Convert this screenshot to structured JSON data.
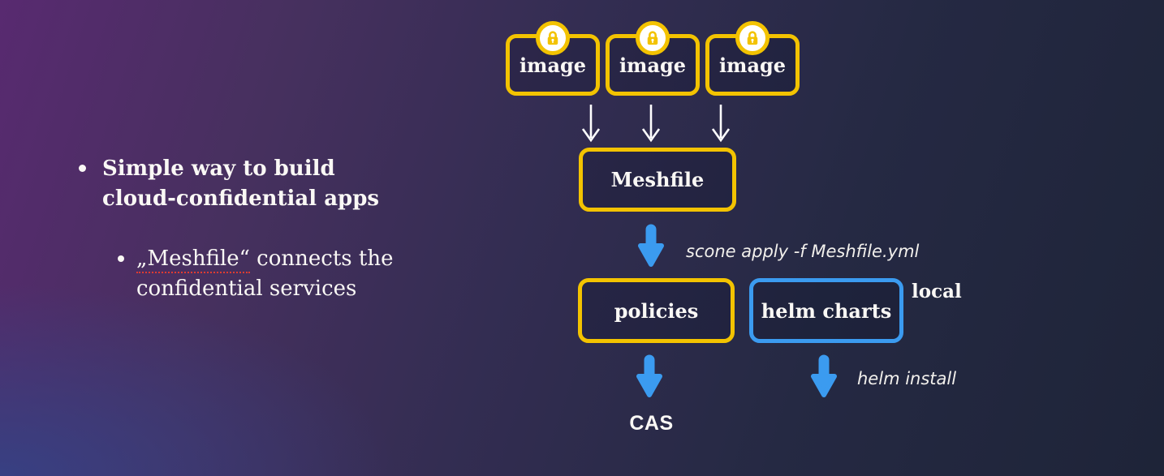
{
  "bullets": {
    "main": {
      "line1": "Simple way to build",
      "line2": "cloud-confidential apps"
    },
    "sub": {
      "quoted": "„Meshfile“",
      "after_quote": " connects the",
      "line2": "confidential services"
    }
  },
  "diagram": {
    "image_boxes": [
      {
        "label": "image"
      },
      {
        "label": "image"
      },
      {
        "label": "image"
      }
    ],
    "meshfile": {
      "label": "Meshfile"
    },
    "policies": {
      "label": "policies"
    },
    "helm_charts": {
      "label": "helm charts",
      "tag": "local"
    },
    "cas": {
      "label": "CAS"
    },
    "annotations": {
      "scone": "scone apply -f Meshfile.yml",
      "helm_install": "helm install"
    }
  },
  "colors": {
    "box_yellow": "#f3c300",
    "box_blue": "#3b9bf0",
    "arrow_blue": "#3b9bf0",
    "text_white": "#faf8f5",
    "spellcheck_red": "#e03c31",
    "bg_purple_top_left": "#582a70",
    "bg_blue_bottom_left": "#364184",
    "bg_navy_right": "#1e2438"
  }
}
